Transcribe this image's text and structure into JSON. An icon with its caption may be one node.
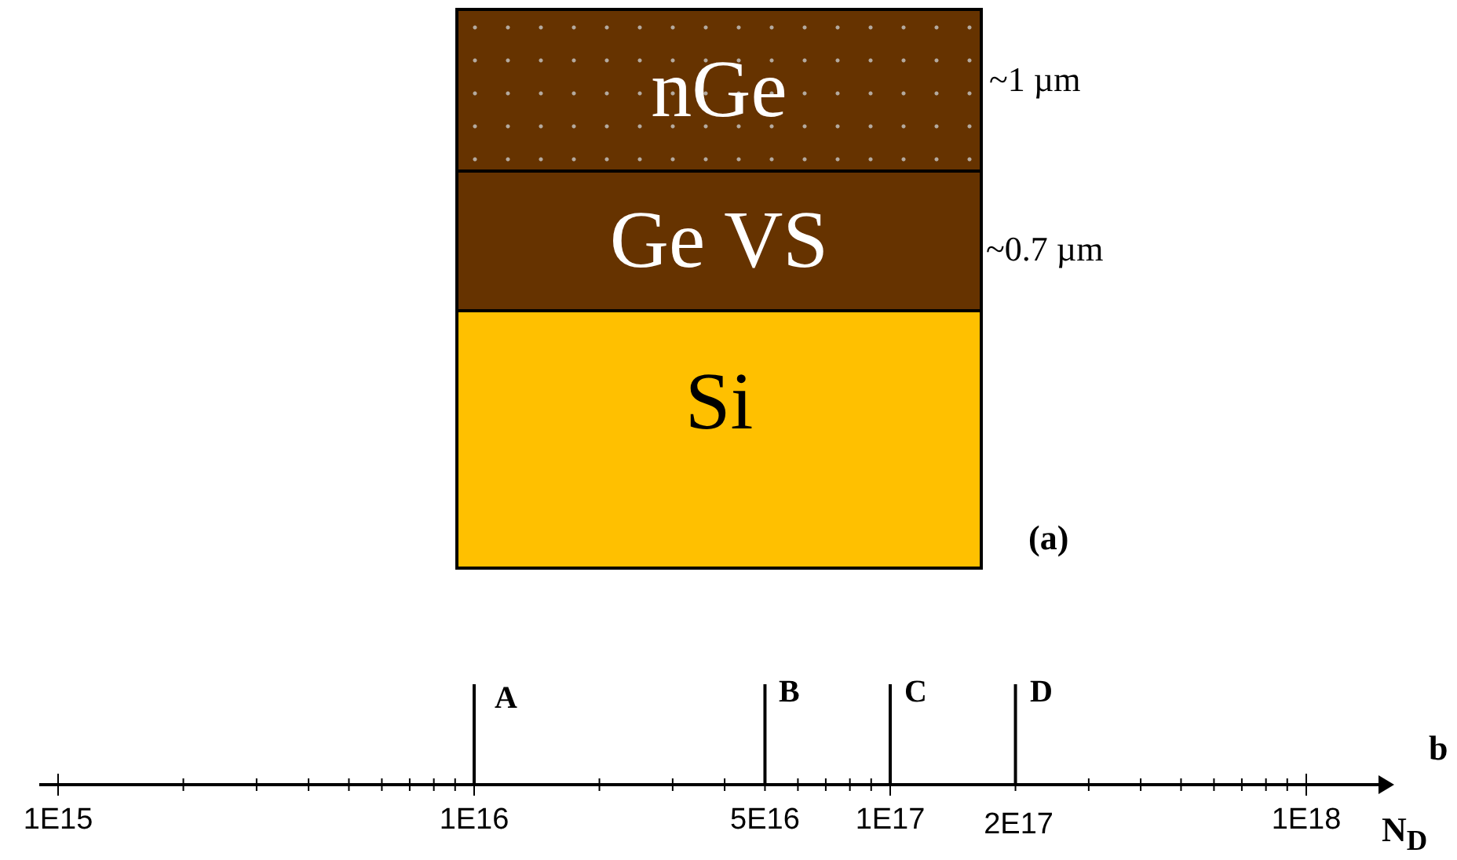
{
  "diagram": {
    "nodes": [
      {
        "text": [
          "nGe"
        ],
        "beside": [
          "~1 µm"
        ]
      },
      {
        "text": [
          "Ge VS"
        ],
        "beside": [
          "~0.7 µm"
        ]
      },
      {
        "text": [
          "Si"
        ]
      }
    ],
    "labels": [
      "(a)",
      "A",
      "B",
      "C",
      "D",
      "b",
      "1E15",
      "1E16",
      "5E16",
      "1E17",
      "2E17",
      "1E18",
      "N$_{D}$"
    ]
  }
}
